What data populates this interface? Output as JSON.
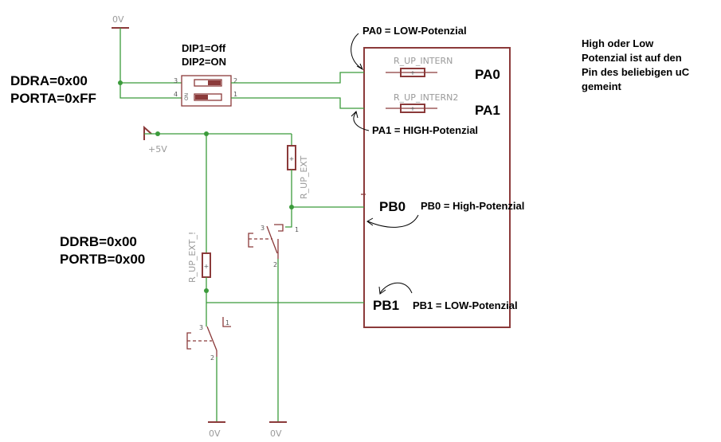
{
  "ground_labels": {
    "top": "0V",
    "bottom_left": "0V",
    "bottom_right": "0V"
  },
  "supply_label": "+5V",
  "dip_labels": {
    "dip1": "DIP1=Off",
    "dip2": "DIP2=ON",
    "on_mark": "ON"
  },
  "dip_pins": {
    "p1": "1",
    "p2": "2",
    "p3": "3",
    "p4": "4"
  },
  "register_a": {
    "ddr": "DDRA=0x00",
    "port": "PORTA=0xFF"
  },
  "register_b": {
    "ddr": "DDRB=0x00",
    "port": "PORTB=0x00"
  },
  "resistors": {
    "internal_a0": "R_UP_INTERN",
    "internal_a1": "R_UP_INTERN2",
    "external_b0": "R_UP_EXT",
    "external_b1": "R_UP_EXT_!"
  },
  "ports": {
    "pa0": "PA0",
    "pa1": "PA1",
    "pb0": "PB0",
    "pb1": "PB1"
  },
  "annotations": {
    "pa0": "PA0 = LOW-Potenzial",
    "pa1": "PA1 = HIGH-Potenzial",
    "pb0": "PB0 = High-Potenzial",
    "pb1": "PB1 = LOW-Potenzial"
  },
  "switch_pins": {
    "s1_a": "3",
    "s1_b": "1",
    "s1_c": "2",
    "s2_a": "3",
    "s2_b": "1",
    "s2_c": "2"
  },
  "note_lines": [
    "High oder Low",
    "Potenzial ist auf den",
    "Pin des beliebigen uC",
    "gemeint"
  ]
}
